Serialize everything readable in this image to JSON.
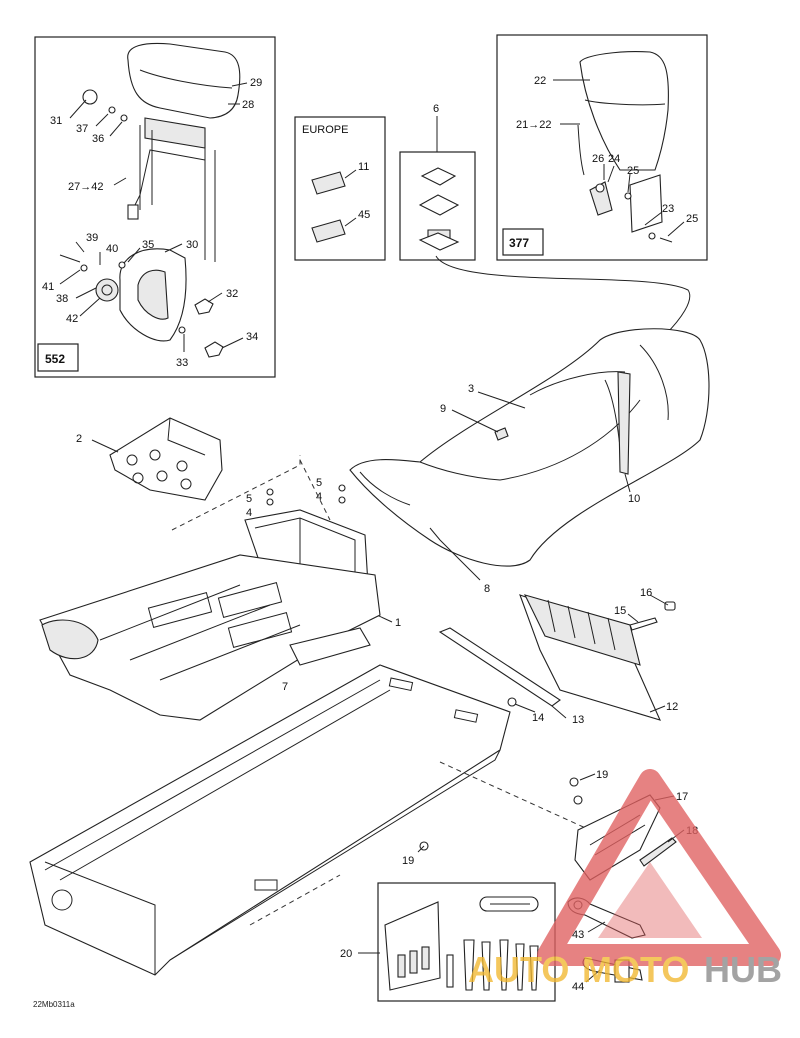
{
  "callouts": {
    "c29": "29",
    "c28": "28",
    "c31": "31",
    "c37": "37",
    "c36": "36",
    "c27": "27→42",
    "c39": "39",
    "c40": "40",
    "c35": "35",
    "c30": "30",
    "c41": "41",
    "c38": "38",
    "c42": "42",
    "c32": "32",
    "c34": "34",
    "c33": "33",
    "c6": "6",
    "c11": "11",
    "c45": "45",
    "c22": "22",
    "c21": "21→22",
    "c26": "26",
    "c24": "24",
    "c25a": "25",
    "c23": "23",
    "c25b": "25",
    "c3": "3",
    "c9": "9",
    "c10": "10",
    "c8": "8",
    "c2": "2",
    "c5a": "5",
    "c4a": "4",
    "c5b": "5",
    "c4b": "4",
    "c1": "1",
    "c7": "7",
    "c16": "16",
    "c15": "15",
    "c12": "12",
    "c13": "13",
    "c14": "14",
    "c19a": "19",
    "c17": "17",
    "c18": "18",
    "c19b": "19",
    "c20": "20",
    "c43": "43",
    "c44": "44"
  },
  "boxes": {
    "box552": "552",
    "europe": "EUROPE",
    "box377": "377"
  },
  "footer": {
    "drawing_code": "22Mb0311a"
  },
  "watermark": {
    "text": "AUTOMOTOHUB",
    "text_part1": "AUTO",
    "text_part2": "MOTO",
    "text_part3": "HUB",
    "colors": {
      "triangle": "#e06060",
      "auto": "#f2b830",
      "hub": "#8a8a8a"
    }
  }
}
